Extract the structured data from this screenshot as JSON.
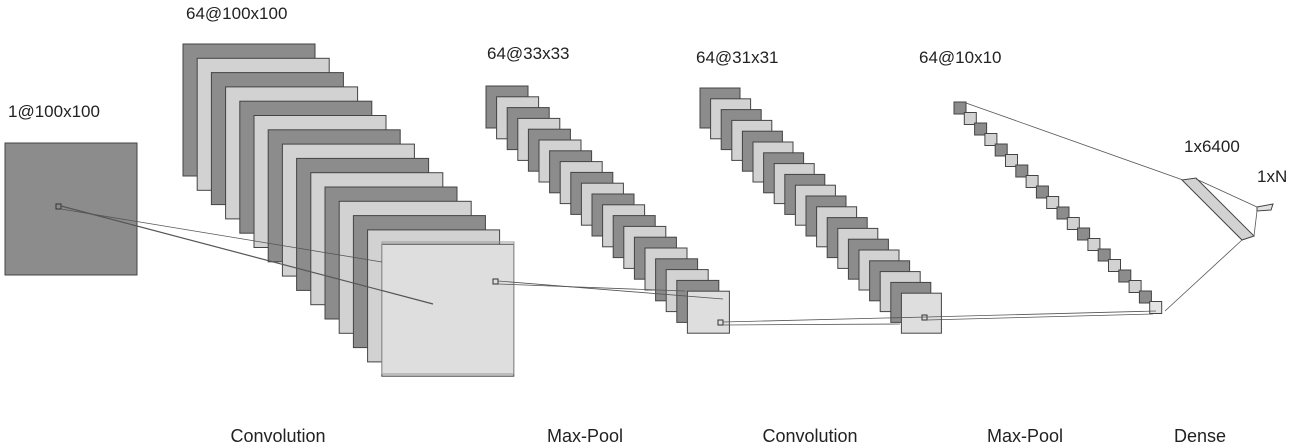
{
  "diagram": {
    "stages": [
      {
        "id": "input",
        "shape_label": "1@100x100"
      },
      {
        "id": "conv1",
        "shape_label": "64@100x100"
      },
      {
        "id": "pool1",
        "shape_label": "64@33x33"
      },
      {
        "id": "conv2",
        "shape_label": "64@31x31"
      },
      {
        "id": "pool2",
        "shape_label": "64@10x10"
      },
      {
        "id": "flatten",
        "shape_label": "1x6400"
      },
      {
        "id": "output",
        "shape_label": "1xN"
      }
    ],
    "operations": [
      "Convolution",
      "Max-Pool",
      "Convolution",
      "Max-Pool",
      "Dense"
    ]
  },
  "colors": {
    "dark_fill": "#8c8c8c",
    "light_fill": "#d2d2d2",
    "stroke": "#444444",
    "line": "#555555"
  }
}
